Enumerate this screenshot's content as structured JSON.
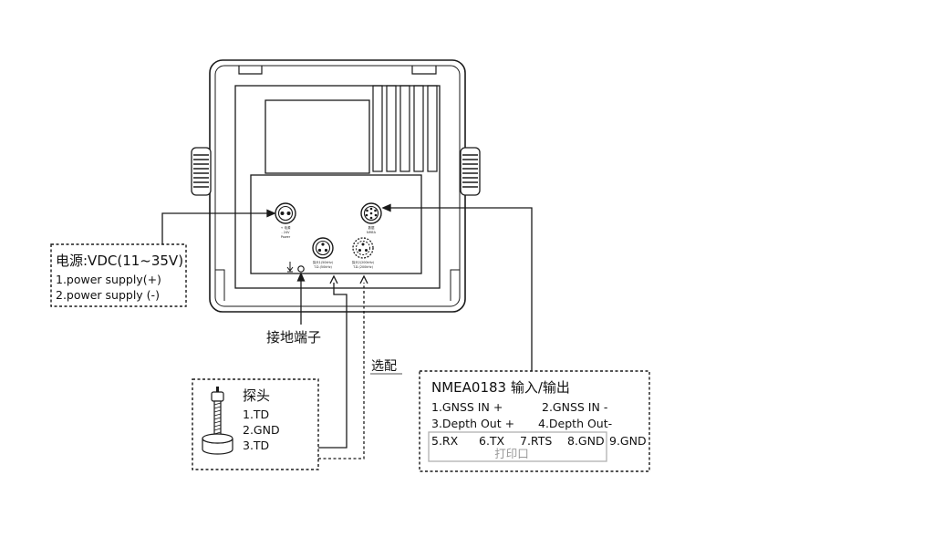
{
  "power_box": {
    "title": "电源:VDC(11~35V)",
    "lines": [
      "1.power supply(+)",
      "2.power supply (-)"
    ]
  },
  "ground_label": "接地端子",
  "optional_label": "选配",
  "probe_box": {
    "title": "探头",
    "lines": [
      "1.TD",
      "2.GND",
      "3.TD"
    ]
  },
  "nmea_box": {
    "title": "NMEA0183  输入/输出",
    "rows": [
      [
        "1.GNSS IN +",
        "2.GNSS IN -"
      ],
      [
        "3.Depth Out +",
        "4.Depth Out-"
      ]
    ],
    "print_row": [
      "5.RX",
      "6.TX",
      "7.RTS",
      "8.GND",
      "9.GND"
    ],
    "print_label": "打印口"
  },
  "connector_labels": {
    "power": [
      "+ 电源",
      "- 24V",
      "Power"
    ],
    "nmea": [
      "数据",
      "NMEA"
    ],
    "probe1": [
      "探头1(50kHz)",
      "T.D.(50kHz)"
    ],
    "probe2": [
      "探头2(200kHz)",
      "T.D.(200kHz)"
    ]
  },
  "colors": {
    "stroke": "#1a1a1a",
    "print_box": "#b0b0b0"
  }
}
